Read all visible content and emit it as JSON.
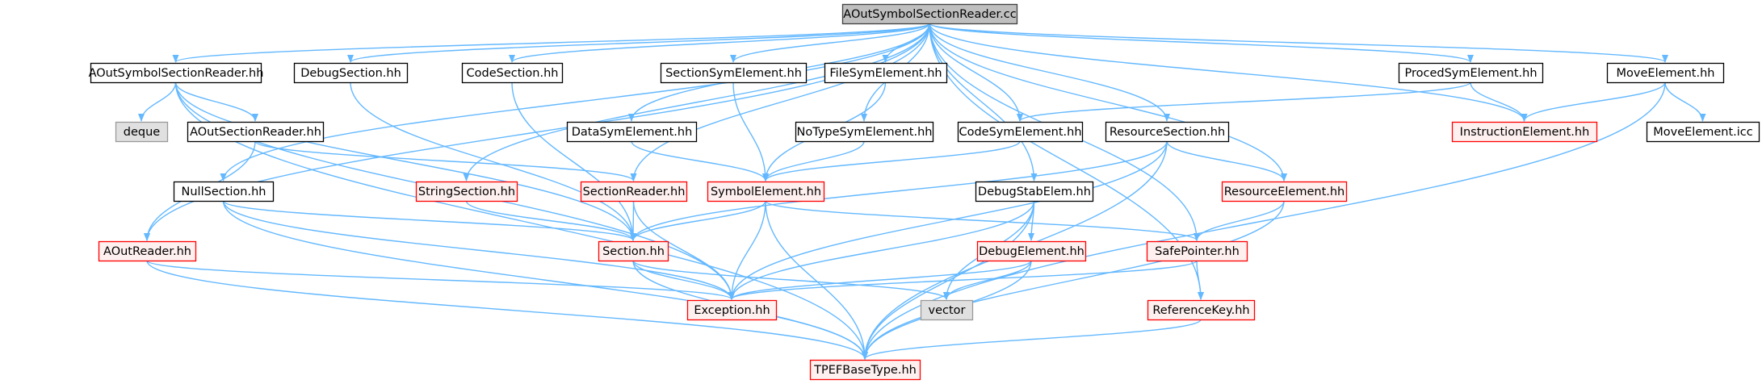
{
  "diagram": {
    "type": "include-dependency-graph",
    "colors": {
      "edge": "#63b8ff",
      "root_fill": "#bfbfbf",
      "root_border": "#404040",
      "node_fill": "#ffffff",
      "node_border": "#000000",
      "truncated_border": "#ff0000",
      "truncated_fill": "#fff0f0",
      "external_fill": "#e0e0e0",
      "external_border": "#999999"
    },
    "nodes": [
      {
        "id": "root",
        "label": "AOutSymbolSectionReader.cc",
        "style": "root"
      },
      {
        "id": "aossr_hh",
        "label": "AOutSymbolSectionReader.hh",
        "style": "normal"
      },
      {
        "id": "debugsection",
        "label": "DebugSection.hh",
        "style": "normal"
      },
      {
        "id": "codesection",
        "label": "CodeSection.hh",
        "style": "normal"
      },
      {
        "id": "sectionsym",
        "label": "SectionSymElement.hh",
        "style": "normal"
      },
      {
        "id": "filesym",
        "label": "FileSymElement.hh",
        "style": "normal"
      },
      {
        "id": "procedsym",
        "label": "ProcedSymElement.hh",
        "style": "normal"
      },
      {
        "id": "moveelement",
        "label": "MoveElement.hh",
        "style": "normal"
      },
      {
        "id": "deque",
        "label": "deque",
        "style": "external"
      },
      {
        "id": "aosr_hh",
        "label": "AOutSectionReader.hh",
        "style": "normal"
      },
      {
        "id": "datasym",
        "label": "DataSymElement.hh",
        "style": "normal"
      },
      {
        "id": "notypesym",
        "label": "NoTypeSymElement.hh",
        "style": "normal"
      },
      {
        "id": "codesym",
        "label": "CodeSymElement.hh",
        "style": "normal"
      },
      {
        "id": "resourcesection",
        "label": "ResourceSection.hh",
        "style": "normal"
      },
      {
        "id": "instructionelement",
        "label": "InstructionElement.hh",
        "style": "truncated"
      },
      {
        "id": "moveelement_icc",
        "label": "MoveElement.icc",
        "style": "normal"
      },
      {
        "id": "nullsection",
        "label": "NullSection.hh",
        "style": "normal"
      },
      {
        "id": "stringsection",
        "label": "StringSection.hh",
        "style": "truncated"
      },
      {
        "id": "sectionreader",
        "label": "SectionReader.hh",
        "style": "truncated"
      },
      {
        "id": "symbolelement",
        "label": "SymbolElement.hh",
        "style": "truncated"
      },
      {
        "id": "debugstab",
        "label": "DebugStabElem.hh",
        "style": "normal"
      },
      {
        "id": "resourceelement",
        "label": "ResourceElement.hh",
        "style": "truncated"
      },
      {
        "id": "aoutreader",
        "label": "AOutReader.hh",
        "style": "truncated"
      },
      {
        "id": "section",
        "label": "Section.hh",
        "style": "truncated"
      },
      {
        "id": "debugelement",
        "label": "DebugElement.hh",
        "style": "truncated"
      },
      {
        "id": "safepointer",
        "label": "SafePointer.hh",
        "style": "truncated"
      },
      {
        "id": "exception",
        "label": "Exception.hh",
        "style": "truncated"
      },
      {
        "id": "vector",
        "label": "vector",
        "style": "external"
      },
      {
        "id": "referencekey",
        "label": "ReferenceKey.hh",
        "style": "truncated"
      },
      {
        "id": "tpefbasetype",
        "label": "TPEFBaseType.hh",
        "style": "truncated"
      }
    ],
    "edges": [
      [
        "root",
        "aossr_hh"
      ],
      [
        "root",
        "debugsection"
      ],
      [
        "root",
        "codesection"
      ],
      [
        "root",
        "sectionsym"
      ],
      [
        "root",
        "filesym"
      ],
      [
        "root",
        "procedsym"
      ],
      [
        "root",
        "moveelement"
      ],
      [
        "root",
        "datasym"
      ],
      [
        "root",
        "notypesym"
      ],
      [
        "root",
        "codesym"
      ],
      [
        "root",
        "resourcesection"
      ],
      [
        "root",
        "instructionelement"
      ],
      [
        "root",
        "nullsection"
      ],
      [
        "root",
        "stringsection"
      ],
      [
        "root",
        "sectionreader"
      ],
      [
        "root",
        "debugstab"
      ],
      [
        "root",
        "resourceelement"
      ],
      [
        "root",
        "aoutreader"
      ],
      [
        "root",
        "safepointer"
      ],
      [
        "root",
        "referencekey"
      ],
      [
        "aossr_hh",
        "deque"
      ],
      [
        "aossr_hh",
        "aosr_hh"
      ],
      [
        "aossr_hh",
        "section"
      ],
      [
        "aossr_hh",
        "exception"
      ],
      [
        "aossr_hh",
        "tpefbasetype"
      ],
      [
        "aosr_hh",
        "sectionreader"
      ],
      [
        "aosr_hh",
        "aoutreader"
      ],
      [
        "debugsection",
        "section"
      ],
      [
        "codesection",
        "section"
      ],
      [
        "sectionsym",
        "symbolelement"
      ],
      [
        "filesym",
        "symbolelement"
      ],
      [
        "datasym",
        "symbolelement"
      ],
      [
        "notypesym",
        "symbolelement"
      ],
      [
        "codesym",
        "symbolelement"
      ],
      [
        "procedsym",
        "codesym"
      ],
      [
        "procedsym",
        "instructionelement"
      ],
      [
        "moveelement",
        "instructionelement"
      ],
      [
        "moveelement",
        "moveelement_icc"
      ],
      [
        "moveelement",
        "tpefbasetype"
      ],
      [
        "resourcesection",
        "section"
      ],
      [
        "resourcesection",
        "resourceelement"
      ],
      [
        "resourcesection",
        "exception"
      ],
      [
        "resourcesection",
        "tpefbasetype"
      ],
      [
        "nullsection",
        "section"
      ],
      [
        "nullsection",
        "exception"
      ],
      [
        "nullsection",
        "tpefbasetype"
      ],
      [
        "stringsection",
        "section"
      ],
      [
        "sectionreader",
        "section"
      ],
      [
        "sectionreader",
        "exception"
      ],
      [
        "symbolelement",
        "section"
      ],
      [
        "symbolelement",
        "exception"
      ],
      [
        "symbolelement",
        "safepointer"
      ],
      [
        "symbolelement",
        "tpefbasetype"
      ],
      [
        "debugstab",
        "debugelement"
      ],
      [
        "debugstab",
        "exception"
      ],
      [
        "debugstab",
        "vector"
      ],
      [
        "debugstab",
        "tpefbasetype"
      ],
      [
        "resourceelement",
        "safepointer"
      ],
      [
        "resourceelement",
        "tpefbasetype"
      ],
      [
        "aoutreader",
        "exception"
      ],
      [
        "aoutreader",
        "tpefbasetype"
      ],
      [
        "section",
        "exception"
      ],
      [
        "section",
        "vector"
      ],
      [
        "section",
        "tpefbasetype"
      ],
      [
        "debugelement",
        "exception"
      ],
      [
        "debugelement",
        "vector"
      ],
      [
        "debugelement",
        "tpefbasetype"
      ],
      [
        "safepointer",
        "exception"
      ],
      [
        "safepointer",
        "referencekey"
      ],
      [
        "referencekey",
        "tpefbasetype"
      ]
    ]
  }
}
